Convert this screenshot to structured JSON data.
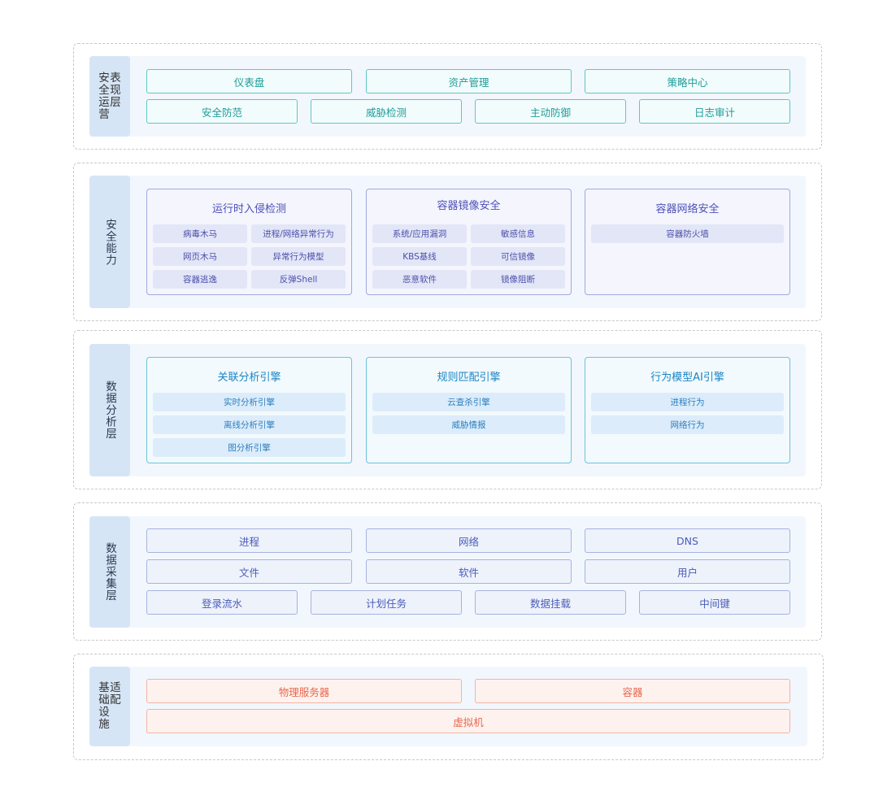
{
  "layers": {
    "ops": {
      "label": "安全运营\n表现层",
      "label_cols": [
        [
          "安",
          "全",
          "运",
          "营"
        ],
        [
          "表",
          "现",
          "层"
        ]
      ],
      "row1": [
        "仪表盘",
        "资产管理",
        "策略中心"
      ],
      "row2": [
        "安全防范",
        "威胁检测",
        "主动防御",
        "日志审计"
      ]
    },
    "capability": {
      "label": "安全能力",
      "cards": [
        {
          "title": "运行时入侵检测",
          "chips": [
            "病毒木马",
            "进程/网络异常行为",
            "网页木马",
            "异常行为模型",
            "容器逃逸",
            "反弹Shell"
          ]
        },
        {
          "title": "容器镜像安全",
          "chips": [
            "系统/应用漏洞",
            "敏感信息",
            "KBS基线",
            "可信镜像",
            "恶意软件",
            "镜像阻断"
          ]
        },
        {
          "title": "容器网络安全",
          "chips": [
            "容器防火墙"
          ]
        }
      ]
    },
    "analysis": {
      "label": "数据分析层",
      "cards": [
        {
          "title": "关联分析引擎",
          "chips": [
            "实时分析引擎",
            "离线分析引擎",
            "图分析引擎"
          ]
        },
        {
          "title": "规则匹配引擎",
          "chips": [
            "云查杀引擎",
            "威胁情报"
          ]
        },
        {
          "title": "行为模型AI引擎",
          "chips": [
            "进程行为",
            "网络行为"
          ]
        }
      ]
    },
    "collection": {
      "label": "数据采集层",
      "row1": [
        "进程",
        "网络",
        "DNS"
      ],
      "row2": [
        "文件",
        "软件",
        "用户"
      ],
      "row3": [
        "登录流水",
        "计划任务",
        "数据挂载",
        "中间键"
      ]
    },
    "infra": {
      "label_cols": [
        [
          "基",
          "础",
          "设",
          "施"
        ],
        [
          "适",
          "配"
        ]
      ],
      "row1": [
        "物理服务器",
        "容器"
      ],
      "row2": [
        "虚拟机"
      ]
    }
  },
  "colors": {
    "teal": "#1d9d99",
    "blue": "#4a5db8",
    "red": "#e8684c",
    "purple": "#4d4fb7",
    "cyan": "#1985c6"
  }
}
